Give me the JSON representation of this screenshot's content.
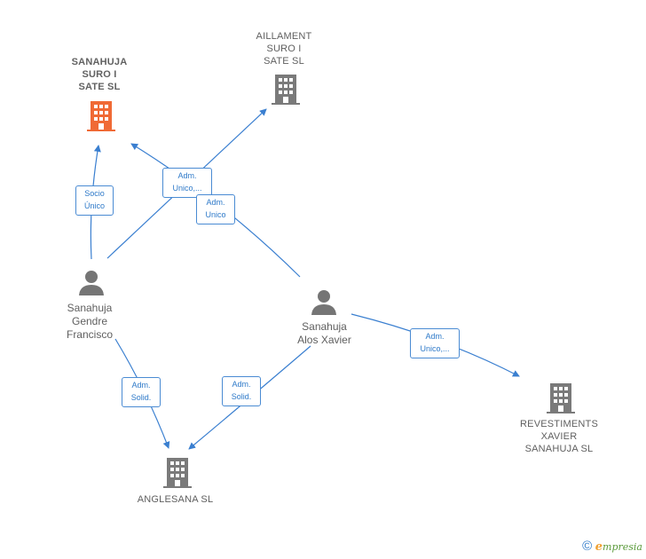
{
  "companies": {
    "sanahuja_suro": {
      "name": "SANAHUJA\nSURO I\nSATE  SL",
      "color": "#f06a35"
    },
    "aillament_suro": {
      "name": "AILLAMENT\nSURO I\nSATE  SL",
      "color": "#7a7a7a"
    },
    "revestiments": {
      "name": "REVESTIMENTS\nXAVIER\nSANAHUJA  SL",
      "color": "#7a7a7a"
    },
    "anglesana": {
      "name": "ANGLESANA SL",
      "color": "#7a7a7a"
    }
  },
  "persons": {
    "gendre": {
      "name": "Sanahuja\nGendre\nFrancisco"
    },
    "alos": {
      "name": "Sanahuja\nAlos Xavier"
    }
  },
  "edge_labels": {
    "socio_unico": "Socio\nÚnico",
    "adm_unico_1": "Adm.\nUnico,...",
    "adm_unico_2": "Adm.\nUnico",
    "adm_unico_3": "Adm.\nUnico,...",
    "adm_solid_1": "Adm.\nSolid.",
    "adm_solid_2": "Adm.\nSolid."
  },
  "colors": {
    "edge": "#3a7fd0",
    "label_border": "#4a8bd3",
    "label_text": "#2f7ac9",
    "person": "#757575"
  },
  "footer": {
    "copyright": "©",
    "brand": "mpresia",
    "brand_initial": "e"
  }
}
